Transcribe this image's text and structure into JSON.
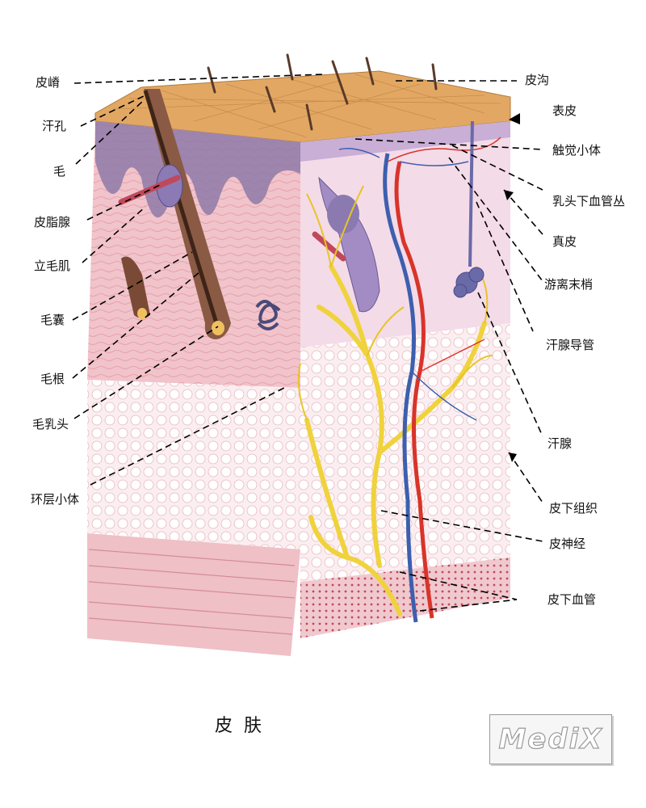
{
  "labels_left": [
    {
      "id": "pi-ji",
      "text": "皮嵴"
    },
    {
      "id": "han-kong",
      "text": "汗孔"
    },
    {
      "id": "mao",
      "text": "毛"
    },
    {
      "id": "pi-zhi-xian",
      "text": "皮脂腺"
    },
    {
      "id": "li-mao-ji",
      "text": "立毛肌"
    },
    {
      "id": "mao-nang",
      "text": "毛囊"
    },
    {
      "id": "mao-gen",
      "text": "毛根"
    },
    {
      "id": "mao-ru-tou",
      "text": "毛乳头"
    },
    {
      "id": "huan-ceng-xiao-ti",
      "text": "环层小体"
    }
  ],
  "labels_right": [
    {
      "id": "pi-gou",
      "text": "皮沟"
    },
    {
      "id": "biao-pi",
      "text": "表皮"
    },
    {
      "id": "chu-jue-xiao-ti",
      "text": "触觉小体"
    },
    {
      "id": "ru-tou-xia-xue-guan-cong",
      "text": "乳头下血管丛"
    },
    {
      "id": "zhen-pi",
      "text": "真皮"
    },
    {
      "id": "you-li-mo-shao",
      "text": "游离末梢"
    },
    {
      "id": "han-xian-dao-guan",
      "text": "汗腺导管"
    },
    {
      "id": "han-xian",
      "text": "汗腺"
    },
    {
      "id": "pi-xia-zu-zhi",
      "text": "皮下组织"
    },
    {
      "id": "pi-shen-jing",
      "text": "皮神经"
    },
    {
      "id": "pi-xia-xue-guan",
      "text": "皮下血管"
    }
  ],
  "caption": "皮肤",
  "watermark": "MediX",
  "colors": {
    "epidermis": "#d9a05b",
    "dermis": "#f2c6cc",
    "subcutis": "#f8e3e6",
    "nerve": "#f0d23c",
    "artery": "#d8342a",
    "vein": "#3d5fae",
    "hair": "#5a3a2a",
    "gland": "#6a6aa8"
  }
}
